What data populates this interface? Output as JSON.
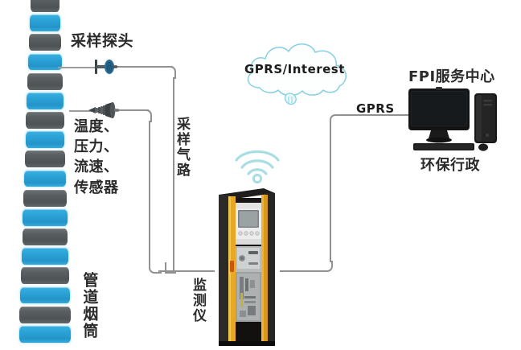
{
  "diagram": {
    "title": "CEMS flue gas continuous emission monitoring system schematic",
    "background_color": "#ffffff"
  },
  "labels": {
    "sampling_probe": "采样探头",
    "sensors": "温度、\n压力、\n流速、\n传感器",
    "sensors_lines": [
      "温度、",
      "压力、",
      "流速、",
      "传感器"
    ],
    "sampling_gas_path": "采样气路",
    "duct_chimney": "管道烟筒",
    "monitor_device": "监测仪",
    "cloud_text": "GPRS/Interest",
    "gprs_link": "GPRS",
    "fpi_service_center": "FPI服务中心",
    "environmental_admin": "环保行政"
  },
  "icons": {
    "wifi": "wifi-icon",
    "cloud": "cloud-icon",
    "probe": "sampling-probe-icon",
    "sensor": "sensor-probe-icon",
    "monitor": "desktop-monitor-icon",
    "tower": "computer-tower-icon",
    "keyboard": "keyboard-icon",
    "mouse": "mouse-icon"
  },
  "colors": {
    "stack_gray": "#5a5f61",
    "stack_blue": "#2ba3d8",
    "pipe_gray": "#8f9193",
    "cloud_outline": "#7fc9dd",
    "wifi": "#a9dde4",
    "cabinet_yellow": "#e8a81f",
    "cabinet_dark": "#2f2e2c",
    "text": "#2b2b2b",
    "device_black": "#1b1b1b"
  },
  "chimney": {
    "band_count": 18,
    "pattern": "alternating gray and blue horizontal bands, tapered wider at base"
  }
}
